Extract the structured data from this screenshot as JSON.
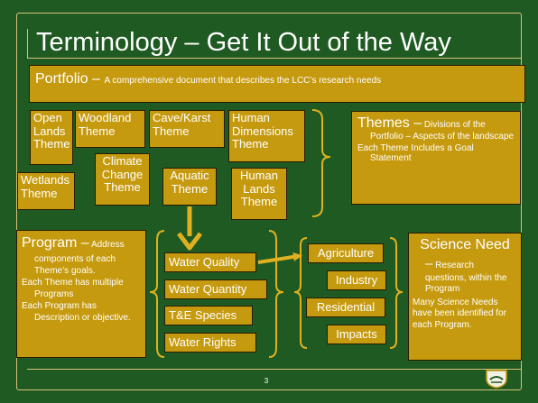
{
  "slide": {
    "title": "Terminology – Get It Out of the Way",
    "page_number": "3"
  },
  "portfolio": {
    "term": "Portfolio –",
    "definition": "A comprehensive document that describes the LCC’s research needs"
  },
  "themes": {
    "open_lands": [
      "Open",
      "Lands",
      "Theme"
    ],
    "woodland": [
      "Woodland",
      "Theme"
    ],
    "cave_karst": [
      "Cave/Karst",
      "Theme"
    ],
    "human_dimensions": [
      "Human",
      "Dimensions",
      "Theme"
    ],
    "wetlands": [
      "Wetlands",
      "Theme"
    ],
    "climate_change": [
      "Climate",
      "Change",
      "Theme"
    ],
    "aquatic": [
      "Aquatic",
      "Theme"
    ],
    "human_lands": [
      "Human",
      "Lands",
      "Theme"
    ]
  },
  "themes_def": {
    "term": "Themes –",
    "definition_a": "Divisions of the",
    "definition_b": "Portfolio – Aspects of the landscape",
    "note": "Each Theme Includes a Goal Statement"
  },
  "program_def": {
    "term": "Program –",
    "definition_a": "Address",
    "definition_b": "components of each Theme’s goals.",
    "note_1": "Each Theme has multiple Programs",
    "note_2": "Each Program has Description or objective."
  },
  "programs": [
    "Water Quality",
    "Water Quantity",
    "T&E Species",
    "Water Rights"
  ],
  "targets": [
    "Agriculture",
    "Industry",
    "Residential",
    "Impacts"
  ],
  "science_need": {
    "term": "Science Need",
    "dash": "–",
    "definition": "Research questions, within the Program",
    "note": "Many Science Needs have been identified for each Program."
  },
  "colors": {
    "background": "#1f5a22",
    "box_fill": "#c69a0e",
    "box_border": "#2a1a05",
    "connector": "#e0b020",
    "rule": "#d8c27a",
    "text": "#ffffff"
  }
}
